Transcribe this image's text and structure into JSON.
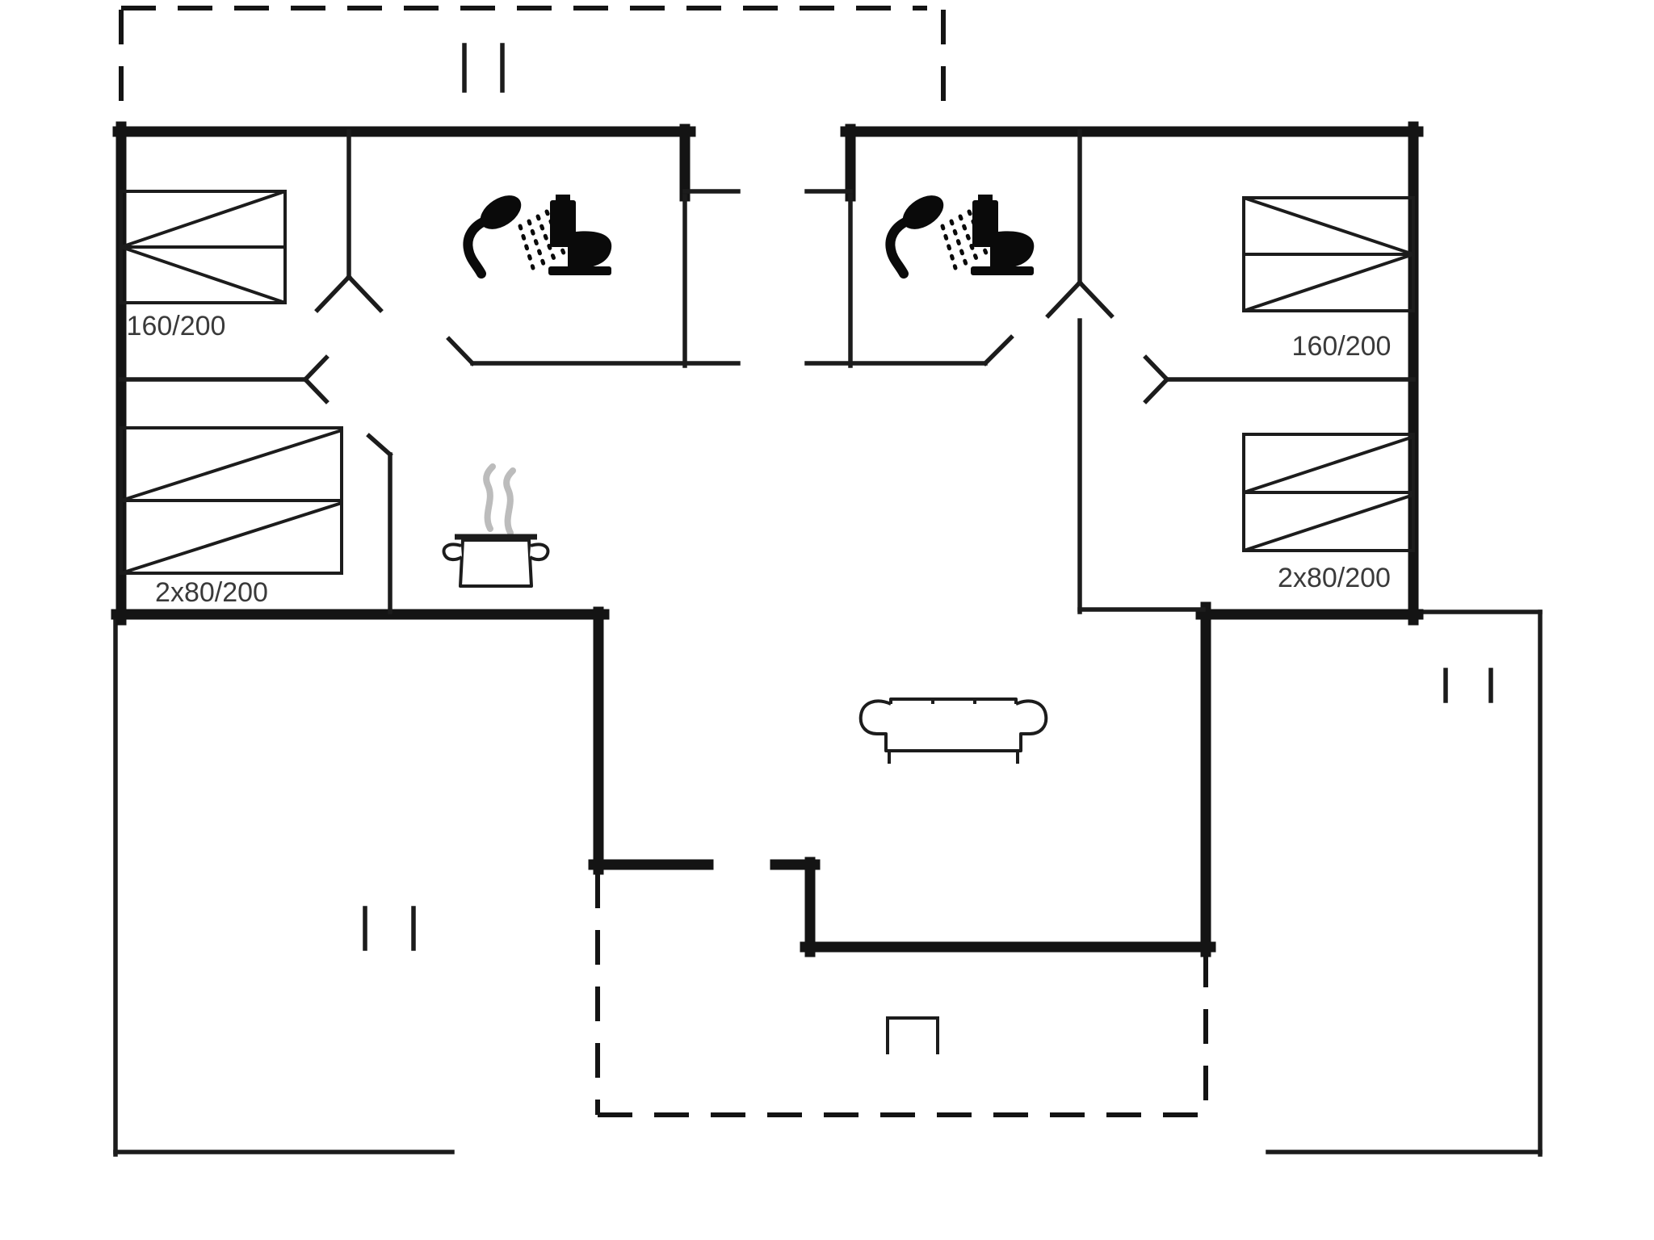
{
  "plan": {
    "type": "holiday-house-floor-plan",
    "labels": {
      "bed_top_left": "160/200",
      "bed_bottom_left": "2x80/200",
      "bed_top_right": "160/200",
      "bed_bottom_right": "2x80/200"
    },
    "rooms": [
      {
        "name": "bedroom-top-left",
        "bed": "160/200"
      },
      {
        "name": "bedroom-bottom-left",
        "bed": "2x80/200"
      },
      {
        "name": "bathroom-left",
        "fixtures": [
          "shower",
          "toilet"
        ]
      },
      {
        "name": "bathroom-right",
        "fixtures": [
          "shower",
          "toilet"
        ]
      },
      {
        "name": "kitchen",
        "fixtures": [
          "cooking-pot"
        ]
      },
      {
        "name": "living-room",
        "fixtures": [
          "sofa"
        ]
      },
      {
        "name": "bedroom-top-right",
        "bed": "160/200"
      },
      {
        "name": "bedroom-bottom-right",
        "bed": "2x80/200"
      }
    ],
    "outdoor": [
      "terrace-top-dashed",
      "terrace-bottom-dashed",
      "terrace-left",
      "terrace-right"
    ],
    "colors": {
      "background": "#ffffff",
      "walls": "#141414",
      "steam": "#bcbcbc",
      "label_text": "#3a3a3a"
    }
  }
}
